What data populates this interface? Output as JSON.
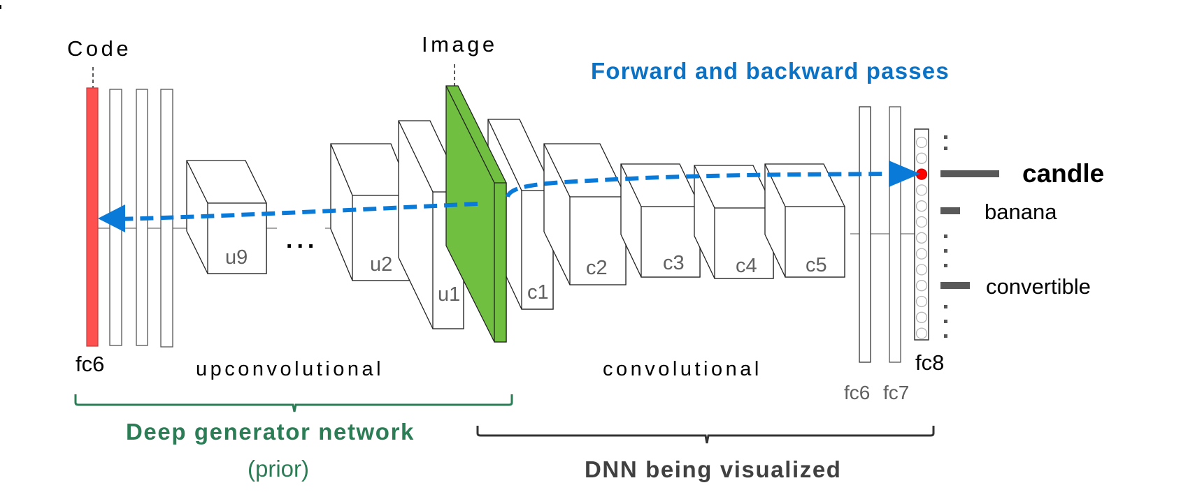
{
  "title": "Forward and backward passes",
  "annotations": {
    "code": "Code",
    "image": "Image",
    "code_layer": "fc6",
    "upconv_section": "upconvolutional",
    "conv_section": "convolutional",
    "ellipsis": "..."
  },
  "generator": {
    "name": "Deep generator network",
    "subtitle": "(prior)",
    "layers": [
      "u9",
      "u2",
      "u1"
    ]
  },
  "dnn": {
    "name": "DNN being visualized",
    "conv_layers": [
      "c1",
      "c2",
      "c3",
      "c4",
      "c5"
    ],
    "fc_layers": [
      "fc6",
      "fc7"
    ],
    "output_layer": "fc8"
  },
  "outputs": {
    "classes": [
      {
        "label": "candle",
        "score": 1.0,
        "highlighted": true
      },
      {
        "label": "banana",
        "score": 0.3,
        "highlighted": false
      },
      {
        "label": "convertible",
        "score": 0.5,
        "highlighted": false
      }
    ],
    "active_neuron_index": 2,
    "neuron_count": 13
  },
  "colors": {
    "code_layer": "#ff5050",
    "image_layer": "#70bf41",
    "arrow": "#0a7ad8",
    "title": "#0b72c4",
    "generator": "#2a7d55",
    "dnn": "#404040",
    "active_neuron": "#ff0000",
    "score_bar": "#595959"
  }
}
